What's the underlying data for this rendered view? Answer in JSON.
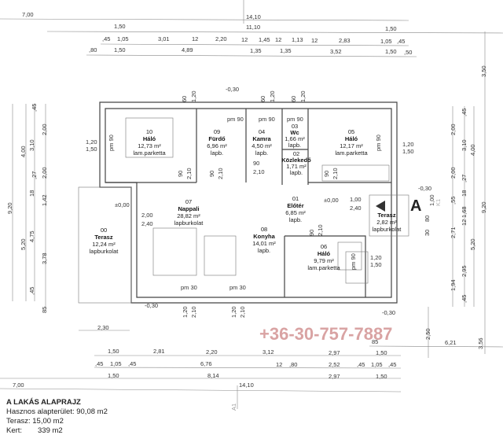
{
  "title_block": {
    "title": "A LAKÁS ALAPRAJZ",
    "useful_area": "Hasznos alapterület: 90,08 m2",
    "terrace_label": "Terasz:",
    "terrace_value": "15,00 m2",
    "garden_label": "Kert:",
    "garden_value": "339 m2"
  },
  "watermark": "+36-30-757-7887",
  "rooms": [
    {
      "num": "10",
      "name": "Háló",
      "area": "12,73 m²",
      "floor": "lam.parketta"
    },
    {
      "num": "09",
      "name": "Fürdő",
      "area": "6,96 m²",
      "floor": "lapb."
    },
    {
      "num": "04",
      "name": "Kamra",
      "area": "4,50 m²",
      "floor": "lapb."
    },
    {
      "num": "03",
      "name": "Wc",
      "area": "1,66 m²",
      "floor": "lapb."
    },
    {
      "num": "02",
      "name": "Közlekedő",
      "area": "1,71 m²",
      "floor": "lapb."
    },
    {
      "num": "05",
      "name": "Háló",
      "area": "12,17 m²",
      "floor": "lam.parketta"
    },
    {
      "num": "07",
      "name": "Nappali",
      "area": "28,82 m²",
      "floor": "lapburkolat"
    },
    {
      "num": "00",
      "name": "Terasz",
      "area": "12,24 m²",
      "floor": "lapburkolat"
    },
    {
      "num": "08",
      "name": "Konyha",
      "area": "14,01 m²",
      "floor": "lapb."
    },
    {
      "num": "01",
      "name": "Előtér",
      "area": "6,85 m²",
      "floor": "lapb."
    },
    {
      "num": "",
      "name": "Terasz",
      "area": "2,82 m²",
      "floor": "lapburkolat"
    },
    {
      "num": "06",
      "name": "Háló",
      "area": "9,79 m²",
      "floor": "lam.parketta"
    }
  ],
  "dims_top": [
    [
      "7,00",
      "14,10"
    ],
    [
      "1,50",
      "11,10",
      "1,50"
    ],
    [
      ",45",
      "1,05",
      "3,01",
      "12",
      "2,20",
      "12",
      "1,45",
      "12",
      "1,13",
      "12",
      "2,83",
      "1,05",
      ",45"
    ],
    [
      ",80",
      "1,50",
      "4,89",
      "1,35",
      "1,35",
      "3,52",
      "1,50",
      ",50"
    ]
  ],
  "dims_bottom": [
    [
      "1,50",
      "2,81",
      "2,20",
      "3,12",
      "2,97",
      "1,50"
    ],
    [
      ",45",
      "1,05",
      ",45",
      "6,76",
      "12",
      ",80",
      "2,52",
      ",45",
      "1,05",
      ",45"
    ],
    [
      "1,50",
      "8,14",
      "2,97",
      "1,50"
    ],
    [
      "7,00",
      "14,10"
    ]
  ],
  "dims_misc": [
    "2,30",
    "85",
    "6,21",
    "2,50",
    "3,56"
  ],
  "dims_left": [
    "9,20",
    "4,00",
    "5,20",
    "3,10",
    "18",
    "4,75",
    ",45",
    ",27",
    ",45",
    "2,00",
    "2,00",
    "1,42",
    "3,78",
    "85"
  ],
  "dims_right": [
    "2,00",
    "2,00",
    ",55",
    "2,71",
    "1,94",
    ",45",
    "3,10",
    "18",
    ",27",
    "1,68",
    "12",
    "2,95",
    ",45",
    "4,00",
    "5,20",
    "9,20",
    "3,50"
  ],
  "levels": {
    "zero": "±0,00",
    "minus": "-0,30"
  },
  "openings": {
    "win_a": "1,20",
    "win_b": "1,50",
    "pm90": "pm 90",
    "pm30": "pm 30",
    "door_w": "90",
    "door_h": "2,10",
    "h200": "2,00",
    "h240": "2,40",
    "h100": "1,00",
    "h120": "1,20",
    "h60": "60"
  },
  "section_marker": {
    "letter": "A",
    "label": "A1",
    "k": "K1",
    "v100": "1,00",
    "v80": "80",
    "v30": "30"
  }
}
